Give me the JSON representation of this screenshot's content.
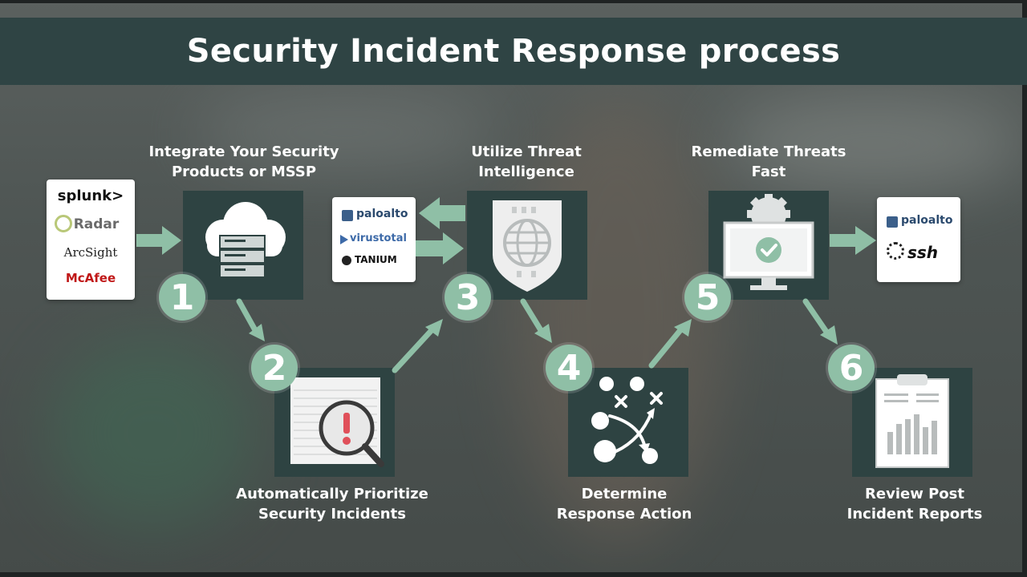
{
  "title": "Security Incident Response process",
  "steps": [
    {
      "number": "1",
      "label_line1": "Integrate Your Security",
      "label_line2": "Products or MSSP"
    },
    {
      "number": "2",
      "label_line1": "Automatically Prioritize",
      "label_line2": "Security Incidents"
    },
    {
      "number": "3",
      "label_line1": "Utilize Threat",
      "label_line2": "Intelligence"
    },
    {
      "number": "4",
      "label_line1": "Determine",
      "label_line2": "Response Action"
    },
    {
      "number": "5",
      "label_line1": "Remediate Threats",
      "label_line2": "Fast"
    },
    {
      "number": "6",
      "label_line1": "Review Post",
      "label_line2": "Incident Reports"
    }
  ],
  "logos_left": [
    "splunk>",
    "Radar",
    "ArcSight",
    "McAfee"
  ],
  "logos_threat_intel": [
    "paloalto",
    "virustotal",
    "TANIUM"
  ],
  "logos_remediate": [
    "paloalto",
    "ssh"
  ],
  "colors": {
    "title_bar": "#2f4444",
    "box": "#2e4342",
    "accent": "#8fbfa6"
  }
}
